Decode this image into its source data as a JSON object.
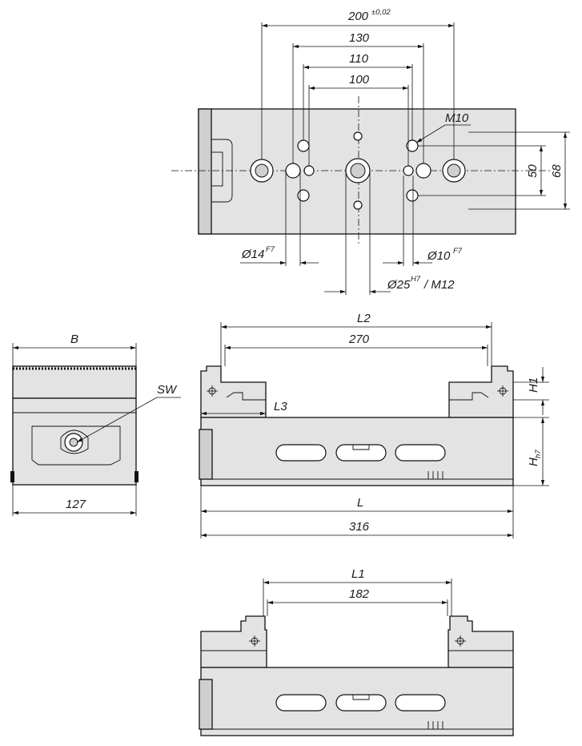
{
  "top_view": {
    "dim_200": "200",
    "dim_200_tol": "±0,02",
    "dim_130": "130",
    "dim_110": "110",
    "dim_100": "100",
    "thread_m10": "M10",
    "dim_50": "50",
    "dim_68": "68",
    "bore_14": "Ø14",
    "bore_14_fit": "F7",
    "bore_10": "Ø10",
    "bore_10_fit": "F7",
    "bore_25": "Ø25",
    "bore_25_fit": "H7",
    "bore_25_thread": "/ M12"
  },
  "end_view": {
    "dim_b": "B",
    "label_sw": "SW",
    "dim_127": "127"
  },
  "side_view_1": {
    "dim_l2": "L2",
    "dim_270": "270",
    "dim_h1": "H1",
    "dim_l3": "L3",
    "dim_h": "H",
    "dim_h_fit": "h7",
    "dim_l": "L",
    "dim_316": "316"
  },
  "side_view_2": {
    "dim_l1": "L1",
    "dim_182": "182"
  }
}
